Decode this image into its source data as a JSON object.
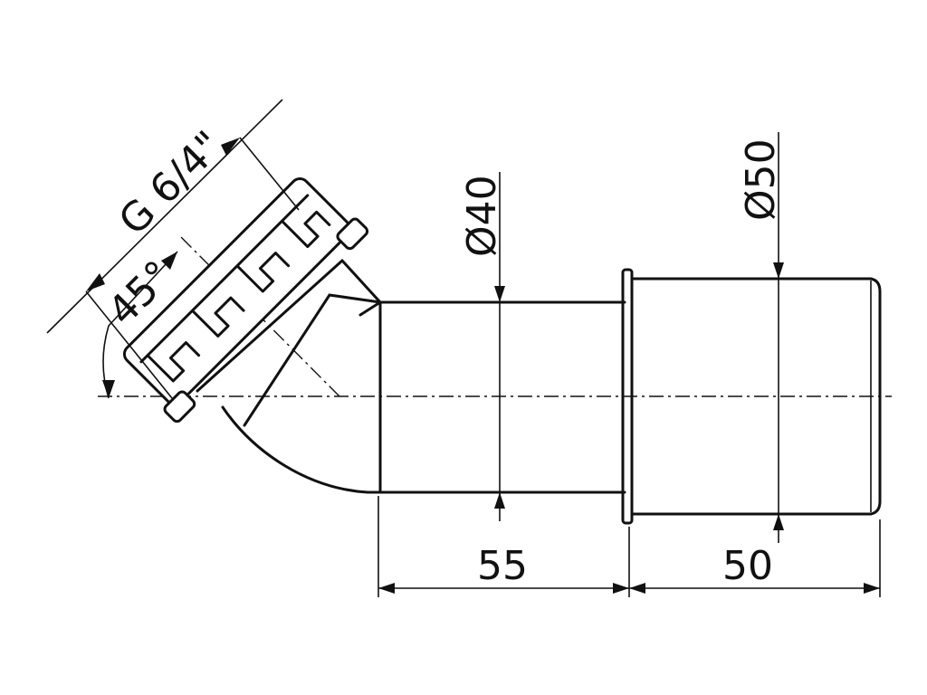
{
  "drawing": {
    "thread_label": "G 6/4\"",
    "angle_label": "45°",
    "diameter_small_label": "Ø40",
    "diameter_large_label": "Ø50",
    "length_first_label": "55",
    "length_second_label": "50"
  },
  "colors": {
    "line": "#111111",
    "background": "#ffffff"
  }
}
